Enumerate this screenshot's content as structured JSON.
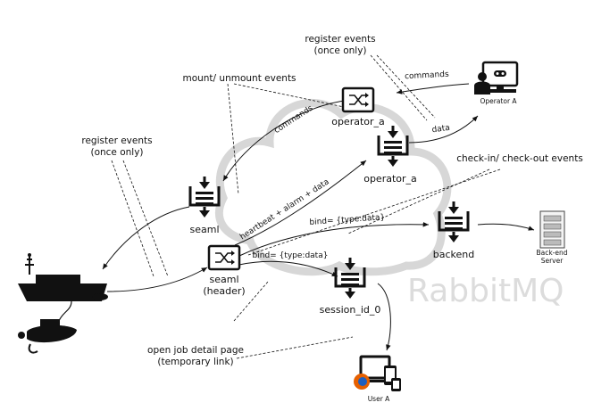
{
  "brand": "RabbitMQ",
  "colors": {
    "cloud": "#d7d7d7",
    "ink": "#111111",
    "firefox": "#e66000"
  },
  "nodes": {
    "operator_a_x": "operator_a",
    "operator_a_q": "operator_a",
    "seaml_q": "seaml",
    "seaml_x_1": "seaml",
    "seaml_x_2": "(header)",
    "backend": "backend",
    "session": "session_id_0"
  },
  "actors": {
    "operator": "Operator A",
    "server_1": "Back-end",
    "server_2": "Server",
    "user": "User A"
  },
  "notes": {
    "register_top_1": "register events",
    "register_top_2": "(once only)",
    "mount": "mount/ unmount events",
    "register_left_1": "register events",
    "register_left_2": "(once only)",
    "checkin": "check-in/ check-out events",
    "job_1": "open job detail page",
    "job_2": "(temporary link)"
  },
  "edges": {
    "commands_top": "commands",
    "commands_mid": "commands",
    "data": "data",
    "heartbeat": "heartbeat + alarm + data",
    "bind_backend": "bind= {type:data}",
    "bind_session": "bind= {type:data}"
  },
  "icons": {
    "exchange": "shuffle-icon",
    "queue": "queue-icon",
    "operator": "operator-icon",
    "server": "server-icon",
    "user": "devices-icon",
    "vessel": "vessel-icon"
  }
}
